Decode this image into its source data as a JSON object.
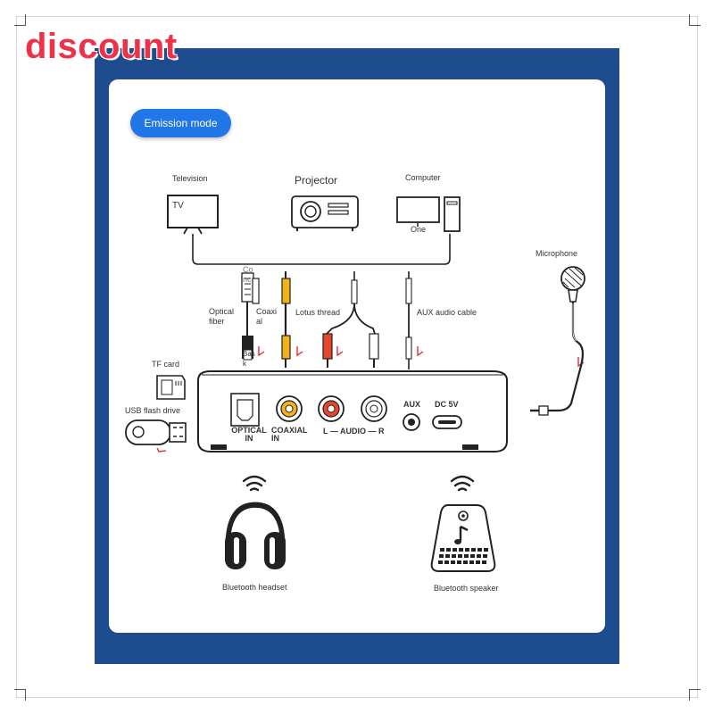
{
  "watermark": "discount",
  "mode_button": "Emission mode",
  "sources": {
    "tv_label": "Television",
    "tv_screen_text": "TV",
    "projector_label": "Projector",
    "computer_label": "Computer",
    "computer_sub": "One"
  },
  "cables": {
    "optical_label": "Optical\nfiber",
    "coaxial_label": "Coaxi\nal",
    "coaxial_top_text": "Co\nnc",
    "lotus_label": "Lotus thread",
    "aux_label": "AUX audio cable",
    "connector_text": "Bas\nk"
  },
  "storage": {
    "tf_label": "TF card",
    "usb_label": "USB flash drive"
  },
  "microphone_label": "Microphone",
  "device_ports": {
    "optical": "OPTICAL\nIN",
    "coaxial": "COAXIAL\nIN",
    "audio": "L — AUDIO — R",
    "aux": "AUX",
    "dc": "DC 5V"
  },
  "outputs": {
    "headset_label": "Bluetooth headset",
    "speaker_label": "Bluetooth speaker"
  },
  "colors": {
    "watermark": "#ee3148",
    "navy": "#1d4d8f",
    "pill": "#2176e8",
    "yellow_plug": "#f2b21b",
    "red_plug": "#e8462a",
    "arrow_red": "#e0202a"
  }
}
